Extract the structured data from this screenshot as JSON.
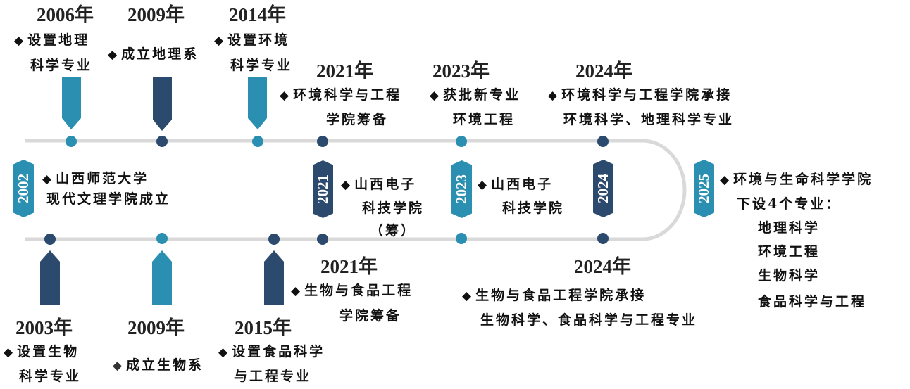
{
  "colors": {
    "teal": "#2a8fb0",
    "navy": "#2b4a6e",
    "track": "#d9d9d9"
  },
  "bullet": "◆",
  "top": [
    {
      "year": "2006年",
      "lines": [
        "设置地理",
        "科学专业"
      ]
    },
    {
      "year": "2009年",
      "lines": [
        "成立地理系"
      ]
    },
    {
      "year": "2014年",
      "lines": [
        "设置环境",
        "科学专业"
      ]
    },
    {
      "year": "2021年",
      "lines": [
        "环境科学与工程",
        "学院筹备"
      ]
    },
    {
      "year": "2023年",
      "lines": [
        "获批新专业",
        "环境工程"
      ]
    },
    {
      "year": "2024年",
      "lines": [
        "环境科学与工程学院承接",
        "环境科学、地理科学专业"
      ]
    }
  ],
  "middle": [
    {
      "year": "2002",
      "lines": [
        "山西师范大学",
        "现代文理学院成立"
      ]
    },
    {
      "year": "2021",
      "lines": [
        "山西电子",
        "科技学院",
        "（筹）"
      ]
    },
    {
      "year": "2023",
      "lines": [
        "山西电子",
        "科技学院"
      ]
    },
    {
      "year": "2024",
      "lines": []
    },
    {
      "year": "2025",
      "lines": [
        "环境与生命科学学院",
        "下设4个专业：",
        "地理科学",
        "环境工程",
        "生物科学",
        "食品科学与工程"
      ]
    }
  ],
  "bottom": [
    {
      "year": "2003年",
      "lines": [
        "设置生物",
        "科学专业"
      ]
    },
    {
      "year": "2009年",
      "lines": [
        "成立生物系"
      ]
    },
    {
      "year": "2015年",
      "lines": [
        "设置食品科学",
        "与工程专业"
      ]
    },
    {
      "year": "2021年",
      "lines": [
        "生物与食品工程",
        "学院筹备"
      ]
    },
    {
      "year": "2024年",
      "lines": [
        "生物与食品工程学院承接",
        "生物科学、食品科学与工程专业"
      ]
    }
  ]
}
